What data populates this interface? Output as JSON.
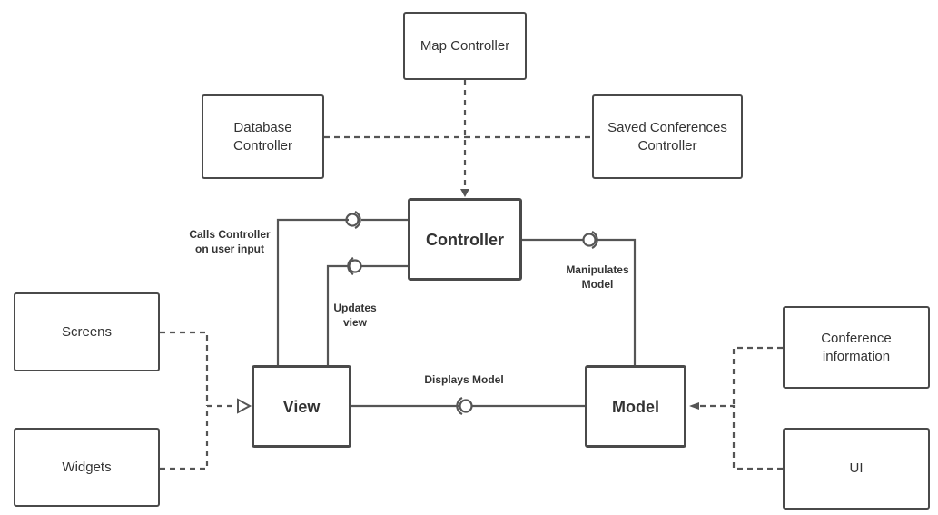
{
  "nodes": {
    "map_controller": "Map Controller",
    "database_controller": "Database\nController",
    "saved_conferences_controller": "Saved Conferences\nController",
    "controller": "Controller",
    "screens": "Screens",
    "widgets": "Widgets",
    "view": "View",
    "model": "Model",
    "conference_information": "Conference\ninformation",
    "ui": "UI"
  },
  "labels": {
    "calls_controller": "Calls Controller\non user input",
    "updates_view": "Updates\nview",
    "manipulates_model": "Manipulates\nModel",
    "displays_model": "Displays Model"
  },
  "colors": {
    "line": "#555555",
    "border": "#4a4a4a",
    "text": "#333333"
  }
}
